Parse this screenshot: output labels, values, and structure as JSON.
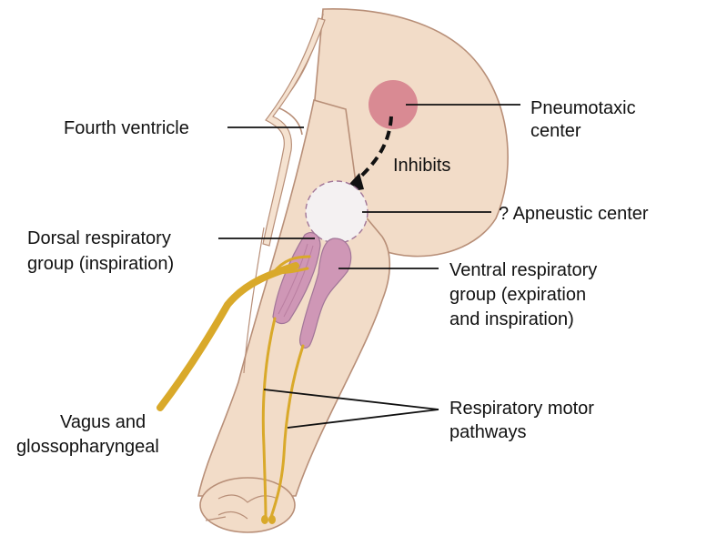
{
  "labels": {
    "fourth_ventricle": "Fourth ventricle",
    "pneumotaxic_line1": "Pneumotaxic",
    "pneumotaxic_line2": "center",
    "inhibits": "Inhibits",
    "apneustic": "? Apneustic center",
    "dorsal_line1": "Dorsal respiratory",
    "dorsal_line2": "group (inspiration)",
    "ventral_line1": "Ventral respiratory",
    "ventral_line2": "group (expiration",
    "ventral_line3": "and inspiration)",
    "motor_line1": "Respiratory motor",
    "motor_line2": "pathways",
    "vagus_line1": "Vagus and",
    "vagus_line2": "glossopharyngeal"
  },
  "colors": {
    "tissue_fill": "#f2dcc8",
    "tissue_stroke": "#b88f78",
    "pneumotaxic_fill": "#d98a93",
    "apneustic_fill": "#f4f1f2",
    "respiratory_group_fill": "#cf97b6",
    "nerve_color": "#d9a92a",
    "leader_line": "#111111"
  }
}
